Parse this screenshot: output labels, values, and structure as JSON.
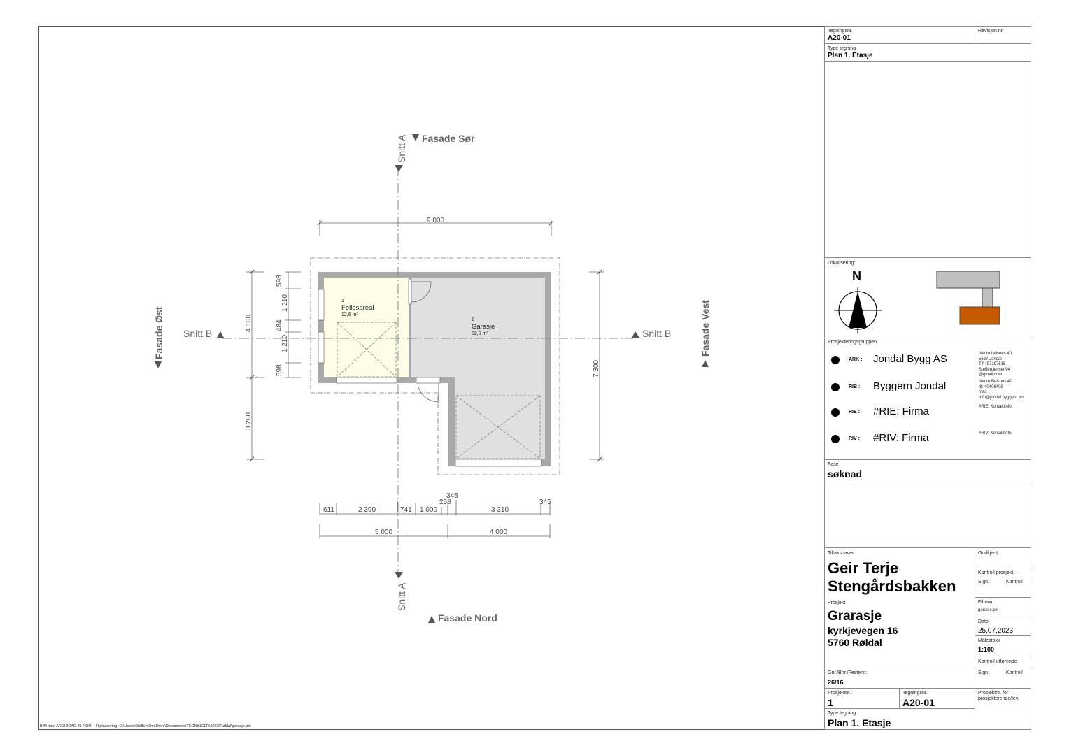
{
  "sheet": {
    "footer_software": "BIM med ARCHICAD 25 NOR",
    "footer_path": "Filplassering: C:\\Users\\Steffen\\OneDrive\\Documents\\TEGNINGER\\2023\\Røldal\\garasje.pln"
  },
  "plan": {
    "rooms": [
      {
        "number": "1",
        "name": "Fellesareal",
        "area": "12,6 m²",
        "fill": "#fdfde8"
      },
      {
        "number": "2",
        "name": "Garasje",
        "area": "32,0 m²",
        "fill": "#e0e0e0"
      }
    ],
    "wall_color": "#a9a9a9",
    "markers": {
      "fasade_sor": "Fasade Sør",
      "fasade_nord": "Fasade Nord",
      "fasade_ost": "Fasade Øst",
      "fasade_vest": "Fasade Vest",
      "snitt_a": "Snitt A",
      "snitt_b": "Snitt B"
    },
    "dimensions": {
      "top_total": "9 000",
      "left_outer": [
        "4 100",
        "3 200"
      ],
      "left_inner": [
        "598",
        "1 210",
        "484",
        "1 210",
        "598"
      ],
      "right_total": "7 300",
      "bottom_detail": [
        "611",
        "2 390",
        "741",
        "1 000",
        "258",
        "345",
        "3 310",
        "345"
      ],
      "bottom_total": [
        "5 000",
        "4 000"
      ]
    }
  },
  "title_block": {
    "tegningsnr_label": "Tegningsnr.",
    "tegningsnr": "A20-01",
    "revisjon_label": "Revisjon nr.",
    "type_label": "Type tegning",
    "type": "Plan 1. Etasje",
    "lokalisering_label": "Lokalisering:",
    "north_label": "N",
    "site_colors": {
      "existing": "#c0c0c0",
      "new": "#c55a00"
    },
    "team_label": "Prosjekteringsgruppen",
    "team": [
      {
        "role": "ARK :",
        "firm": "Jondal Bygg AS",
        "contact": [
          "Nedre belsnes 40",
          "5627 Jondal",
          "Tlf.: 97197515",
          "Steffen.jensen94",
          "@gmail.com"
        ]
      },
      {
        "role": "RIB :",
        "firm": "Byggern Jondal",
        "contact": [
          "Nedre Belsnes 40",
          "tlf: 40406409",
          "mail:",
          "Info@jondal.byggern.no"
        ]
      },
      {
        "role": "RIE :",
        "firm": "#RIE: Firma",
        "contact": [
          "#RIE: Kontaktinfo"
        ]
      },
      {
        "role": "RIV :",
        "firm": "#RIV: Firma",
        "contact": [
          "#RIV: Kontaktinfo"
        ]
      }
    ],
    "fase_label": "Fase",
    "fase": "søknad",
    "tiltakshaver_label": "Tiltakshaver",
    "tiltakshaver_line1": "Geir Terje",
    "tiltakshaver_line2": "Stengårdsbakken",
    "prosjekt_label": "Prosjekt",
    "prosjekt": "Grarasje",
    "address_line1": "kyrkjevegen 16",
    "address_line2": "5760 Røldal",
    "godkjent_label": "Godkjent",
    "kontroll_prosjekt_label": "Kontroll prosjekt.",
    "sign_label": "Sign.",
    "kontroll_label": "Kontroll",
    "filnavn_label": "Filnavn",
    "filnavn": "garasje.pln",
    "dato_label": "Dato",
    "dato": "25,07,2023",
    "malestokk_label": "Målestokk",
    "malestokk": "1:100",
    "kontroll_utforende_label": "Kontroll utførende",
    "gnr_label": "Gnr./Bnr./Festenr.:",
    "gnr": "26/16",
    "prosjektnr_label": "Prosjektnr.:",
    "prosjektnr": "1",
    "tegningsnr2_label": "Tegningsnr.:",
    "tegningsnr2": "A20-01",
    "prosjektnr_for_label_1": "Prosjektnr. for",
    "prosjektnr_for_label_2": "prosjekterende/lev.",
    "type2_label": "Type tegning:",
    "type2": "Plan 1. Etasje"
  }
}
